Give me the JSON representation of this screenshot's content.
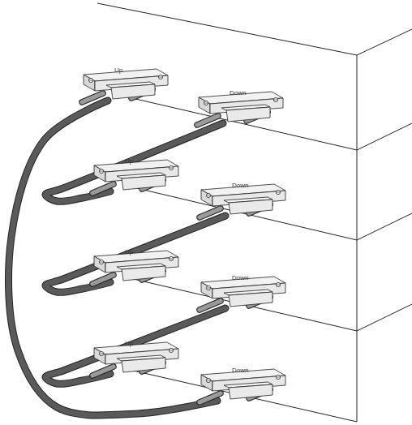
{
  "diagram": {
    "nodes": [
      {
        "text": [
          "Up"
        ]
      },
      {
        "text": [
          "Down"
        ]
      },
      {
        "text": [
          "Up"
        ]
      },
      {
        "text": [
          "Down"
        ]
      },
      {
        "text": [
          "Up"
        ]
      },
      {
        "text": [
          "Down"
        ]
      },
      {
        "text": [
          "Up"
        ]
      },
      {
        "text": [
          "Down"
        ]
      }
    ],
    "edges": [
      {
        "from": 1,
        "to": 2,
        "arrow": "none"
      },
      {
        "from": 3,
        "to": 4,
        "arrow": "none"
      },
      {
        "from": 5,
        "to": 6,
        "arrow": "none"
      },
      {
        "from": 0,
        "to": 7,
        "arrow": "none"
      }
    ]
  }
}
